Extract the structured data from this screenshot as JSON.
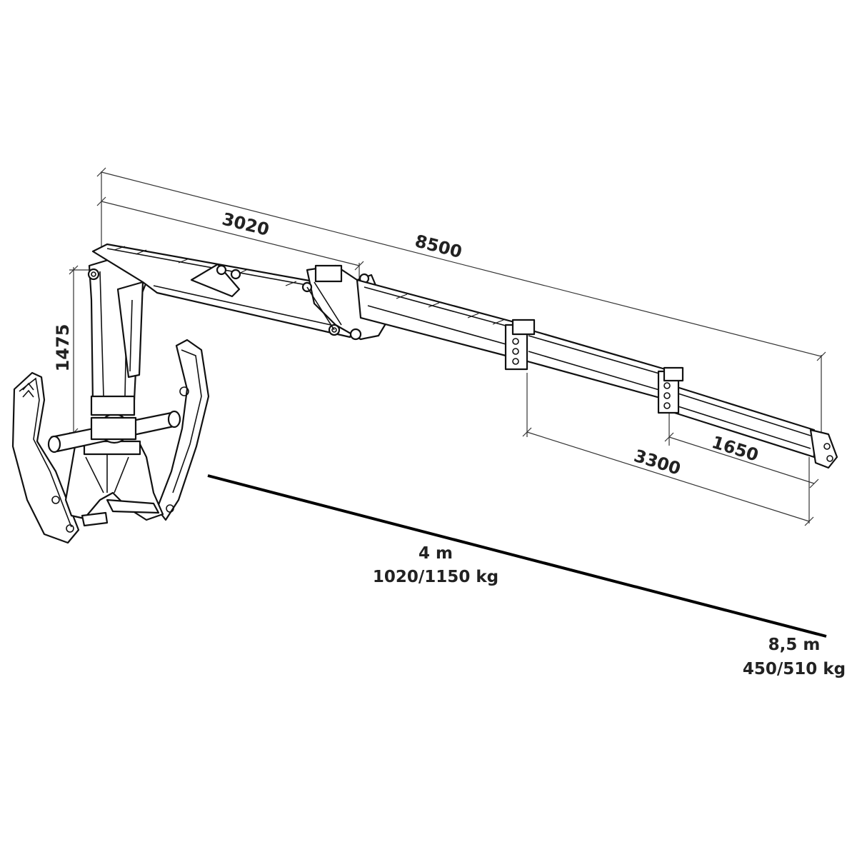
{
  "dimensions": {
    "total_reach": "8500",
    "first_boom": "3020",
    "column_height": "1475",
    "extension_1": "3300",
    "extension_2": "1650"
  },
  "loads": {
    "near": {
      "reach": "4 m",
      "capacity": "1020/1150 kg"
    },
    "far": {
      "reach": "8,5 m",
      "capacity": "450/510 kg"
    }
  }
}
